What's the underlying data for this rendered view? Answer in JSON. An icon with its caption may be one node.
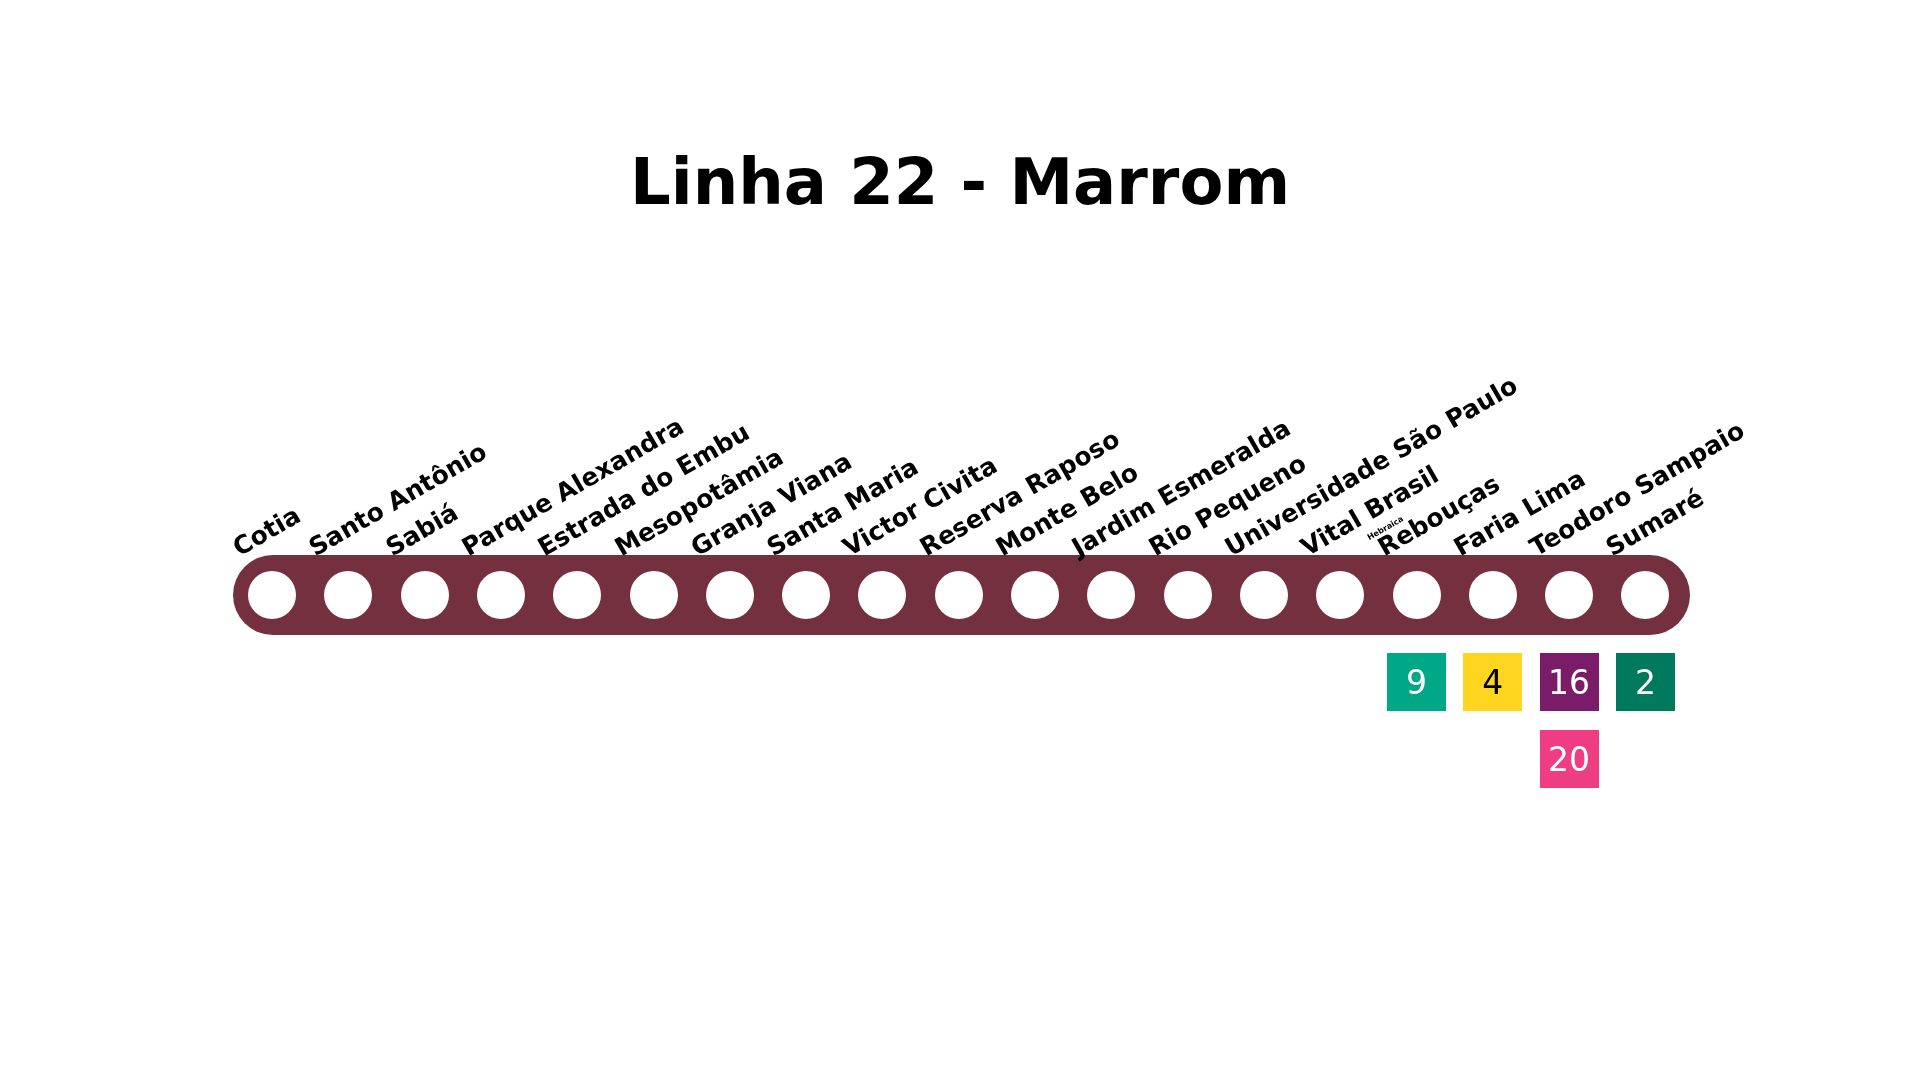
{
  "diagram": {
    "title": "Linha 22 - Marrom",
    "nodes": [
      {
        "text": [],
        "shape": "bar"
      },
      {
        "text": [
          "Cotia"
        ],
        "in": 0
      },
      {
        "text": [
          "Santo Antônio"
        ],
        "in": 0
      },
      {
        "text": [
          "Sabiá"
        ],
        "in": 0
      },
      {
        "text": [
          "Parque Alexandra"
        ],
        "in": 0
      },
      {
        "text": [
          "Estrada do Embu"
        ],
        "in": 0
      },
      {
        "text": [
          "Mesopotâmia"
        ],
        "in": 0
      },
      {
        "text": [
          "Granja Viana"
        ],
        "in": 0
      },
      {
        "text": [
          "Santa Maria"
        ],
        "in": 0
      },
      {
        "text": [
          "Victor Civita"
        ],
        "in": 0
      },
      {
        "text": [
          "Reserva Raposo"
        ],
        "in": 0
      },
      {
        "text": [
          "Monte Belo"
        ],
        "in": 0
      },
      {
        "text": [
          "Jardim Esmeralda"
        ],
        "in": 0
      },
      {
        "text": [
          "Rio Pequeno"
        ],
        "in": 0
      },
      {
        "text": [
          "Universidade São Paulo"
        ],
        "in": 0
      },
      {
        "text": [
          "Vital Brasil"
        ],
        "in": 0
      },
      {
        "text": [
          "Rebouças"
        ],
        "beside": [
          "Hebraica"
        ],
        "in": 0
      },
      {
        "text": [
          "Faria Lima"
        ],
        "in": 0
      },
      {
        "text": [
          "Teodoro Sampaio"
        ],
        "in": 0
      },
      {
        "text": [
          "Sumaré"
        ],
        "in": 0
      },
      {
        "text": [
          "9"
        ]
      },
      {
        "text": [
          "4"
        ]
      },
      {
        "text": [
          "16"
        ]
      },
      {
        "text": [
          "2"
        ]
      },
      {
        "text": [
          "20"
        ]
      }
    ]
  }
}
